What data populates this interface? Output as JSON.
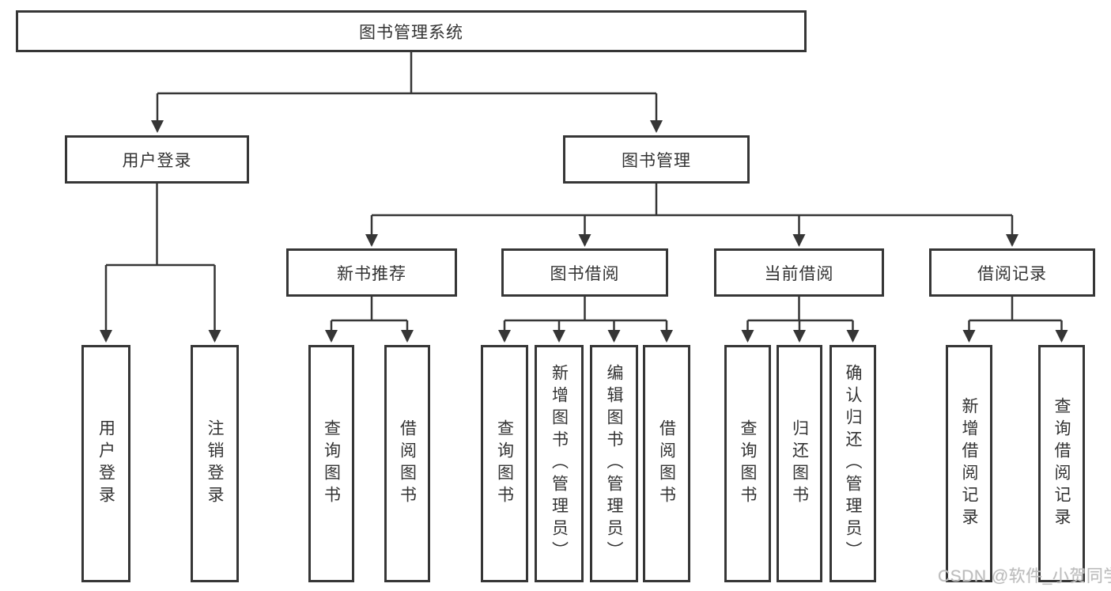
{
  "diagram_title": "图书管理系统",
  "colors": {
    "line": "#363636",
    "text": "#333333",
    "background": "#ffffff",
    "watermark": "#bcbcbc"
  },
  "tree": {
    "root": {
      "label": "图书管理系统"
    },
    "children": [
      {
        "label": "用户登录",
        "children": [
          {
            "label": "用户登录"
          },
          {
            "label": "注销登录"
          }
        ]
      },
      {
        "label": "图书管理",
        "children": [
          {
            "label": "新书推荐",
            "children": [
              {
                "label": "查询图书"
              },
              {
                "label": "借阅图书"
              }
            ]
          },
          {
            "label": "图书借阅",
            "children": [
              {
                "label": "查询图书"
              },
              {
                "label": "新增图书（管理员）"
              },
              {
                "label": "编辑图书（管理员）"
              },
              {
                "label": "借阅图书"
              }
            ]
          },
          {
            "label": "当前借阅",
            "children": [
              {
                "label": "查询图书"
              },
              {
                "label": "归还图书"
              },
              {
                "label": "确认归还（管理员）"
              }
            ]
          },
          {
            "label": "借阅记录",
            "children": [
              {
                "label": "新增借阅记录"
              },
              {
                "label": "查询借阅记录"
              }
            ]
          }
        ]
      }
    ]
  },
  "watermark": {
    "text": "CSDN @软件_小贺同学"
  }
}
